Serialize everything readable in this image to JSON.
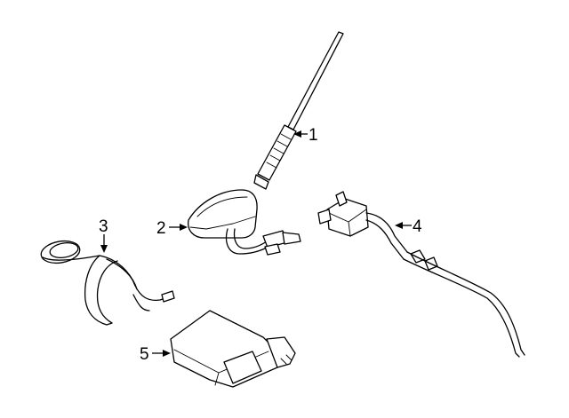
{
  "diagram": {
    "callouts": [
      {
        "id": "1",
        "label": "1",
        "part": "antenna-mast"
      },
      {
        "id": "2",
        "label": "2",
        "part": "antenna-base"
      },
      {
        "id": "3",
        "label": "3",
        "part": "wiring-harness"
      },
      {
        "id": "4",
        "label": "4",
        "part": "antenna-cable"
      },
      {
        "id": "5",
        "label": "5",
        "part": "control-module"
      }
    ]
  }
}
